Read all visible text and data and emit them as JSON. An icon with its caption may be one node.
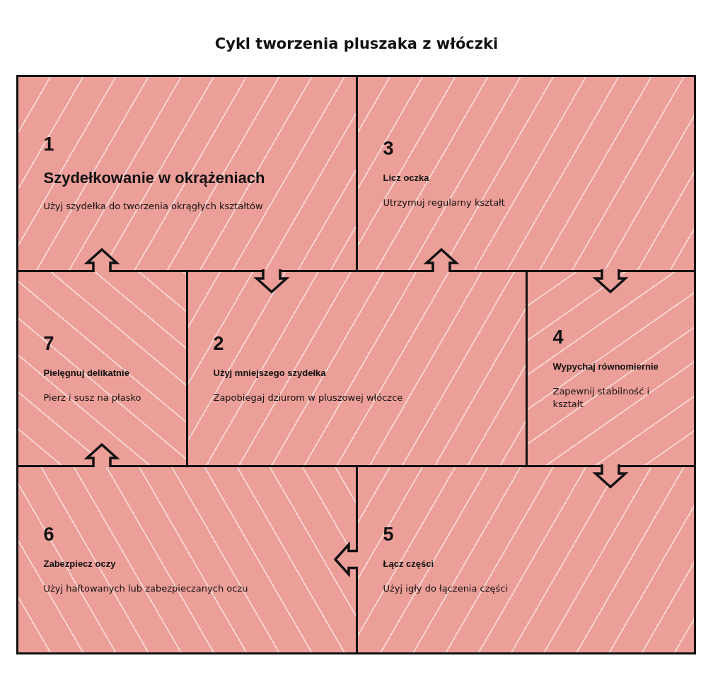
{
  "diagram": {
    "title": "Cykl tworzenia pluszaka z włóczki",
    "nodes": [
      {
        "text": [
          "1",
          "Szydełkowanie w okrążeniach",
          "Użyj szydełka do tworzenia okrągłych kształtów"
        ]
      },
      {
        "text": [
          "3",
          "Licz oczka",
          "Utrzymuj regularny kształt"
        ]
      },
      {
        "text": [
          "7",
          "Pielęgnuj delikatnie",
          "Pierz i susz na płasko"
        ]
      },
      {
        "text": [
          "2",
          "Użyj mniejszego szydełka",
          "Zapobiegaj dziurom w pluszowej włóczce"
        ]
      },
      {
        "text": [
          "4",
          "Wypychaj równomiernie",
          "Zapewnij stabilność i kształt"
        ]
      },
      {
        "text": [
          "6",
          "Zabezpiecz oczy",
          "Użyj haftowanych lub zabezpieczanych oczu"
        ]
      },
      {
        "text": [
          "5",
          "Łącz części",
          "Użyj igły do łączenia części"
        ]
      }
    ],
    "edges": [
      {
        "from": 0,
        "to": 3,
        "arrow": "to"
      },
      {
        "from": 3,
        "to": 1,
        "arrow": "to"
      },
      {
        "from": 1,
        "to": 4,
        "arrow": "to"
      },
      {
        "from": 4,
        "to": 6,
        "arrow": "to"
      },
      {
        "from": 6,
        "to": 5,
        "arrow": "to"
      },
      {
        "from": 5,
        "to": 2,
        "arrow": "to"
      },
      {
        "from": 2,
        "to": 0,
        "arrow": "to"
      }
    ]
  }
}
